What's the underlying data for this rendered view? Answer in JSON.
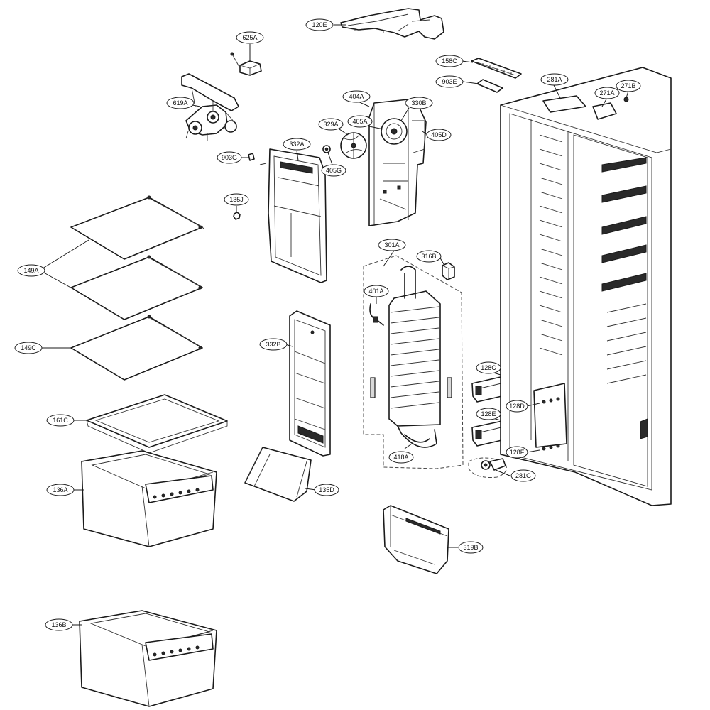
{
  "callouts": {
    "c120E": "120E",
    "c625A": "625A",
    "c158C": "158C",
    "c903E": "903E",
    "c281A": "281A",
    "c271A": "271A",
    "c271B": "271B",
    "c619A": "619A",
    "c404A": "404A",
    "c330B": "330B",
    "c405A": "405A",
    "c329A": "329A",
    "c405D": "405D",
    "c903G": "903G",
    "c332A": "332A",
    "c405G": "405G",
    "c135J": "135J",
    "c149A": "149A",
    "c301A": "301A",
    "c316B": "316B",
    "c401A": "401A",
    "c149C": "149C",
    "c332B": "332B",
    "c128C": "128C",
    "c128D": "128D",
    "c128E": "128E",
    "c128F": "128F",
    "c161C": "161C",
    "c418A": "418A",
    "c281G": "281G",
    "c136A": "136A",
    "c135D": "135D",
    "c319B": "319B",
    "c136B": "136B"
  }
}
